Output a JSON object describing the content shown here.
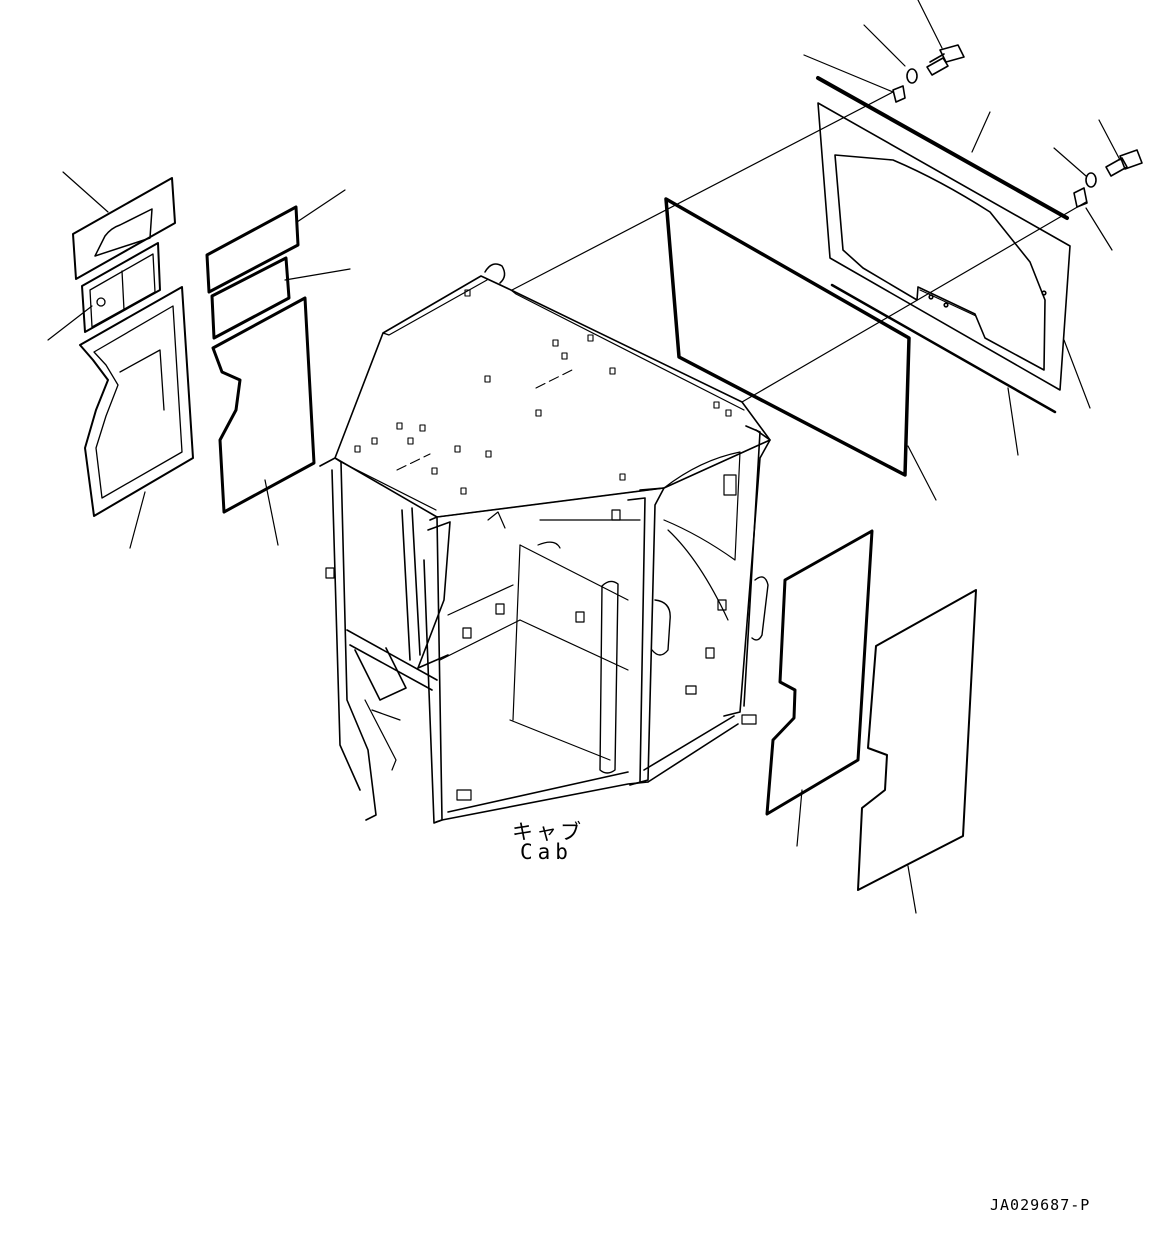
{
  "labels": {
    "cab_ja": "キャブ",
    "cab_en": "Cab",
    "drawing_code": "JA029687-P"
  },
  "colors": {
    "ink": "#000000",
    "paper": "#ffffff"
  }
}
